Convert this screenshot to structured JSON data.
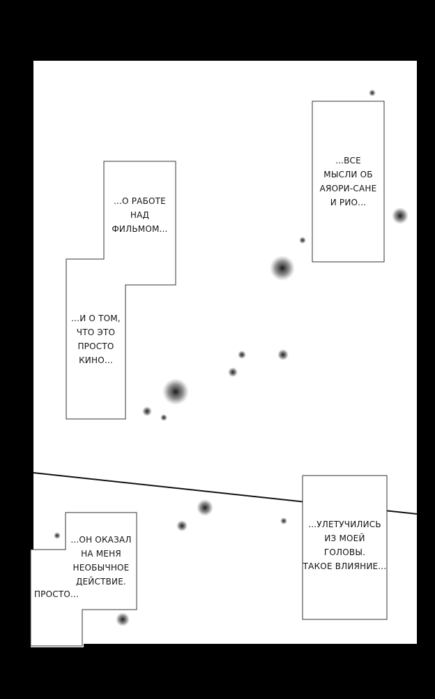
{
  "captions": {
    "thoughts": "...ВСЕ\nМЫСЛИ ОБ\nАЯОРИ-САНЕ\nИ РИО...",
    "film": "...О РАБОТЕ\nНАД\nФИЛЬМОМ...",
    "cinema": "...И О ТОМ,\nЧТО ЭТО\nПРОСТО\nКИНО...",
    "vanished": "...УЛЕТУЧИЛИСЬ\nИЗ МОЕЙ ГОЛОВЫ.\nТАКОЕ ВЛИЯНИЕ...",
    "effect": "...ОН ОКАЗАЛ\nНА МЕНЯ\nНЕОБЫЧНОЕ\nДЕЙСТВИЕ.",
    "simply": "ПРОСТО..."
  },
  "colors": {
    "background": "#000000",
    "paper": "#ffffff",
    "ink": "#111111",
    "border": "#333333"
  }
}
